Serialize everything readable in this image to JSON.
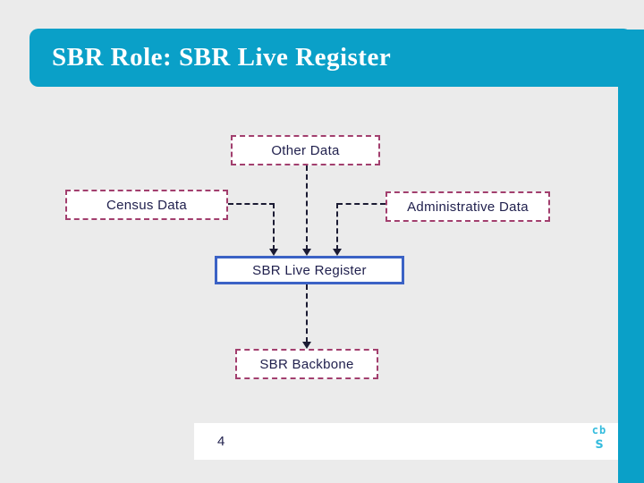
{
  "slide": {
    "title": "SBR Role: SBR Live Register",
    "page_number": "4"
  },
  "logo": {
    "line1": "cb",
    "line2": "s"
  },
  "diagram": {
    "nodes": [
      {
        "id": "other-data",
        "label": "Other Data",
        "border": "dashed"
      },
      {
        "id": "census-data",
        "label": "Census Data",
        "border": "dashed"
      },
      {
        "id": "administrative-data",
        "label": "Administrative Data",
        "border": "dashed"
      },
      {
        "id": "sbr-live-register",
        "label": "SBR Live Register",
        "border": "solid"
      },
      {
        "id": "sbr-backbone",
        "label": "SBR Backbone",
        "border": "dashed"
      }
    ],
    "edges": [
      {
        "from": "Other Data",
        "to": "SBR Live Register",
        "style": "dashed-arrow"
      },
      {
        "from": "Census Data",
        "to": "SBR Live Register",
        "style": "dashed-arrow"
      },
      {
        "from": "Administrative Data",
        "to": "SBR Live Register",
        "style": "dashed-arrow"
      },
      {
        "from": "SBR Live Register",
        "to": "SBR Backbone",
        "style": "dashed-arrow"
      }
    ]
  },
  "colors": {
    "accent_teal": "#0AA0C8",
    "logo_teal": "#35BCDE",
    "dashed_box_border": "#A23F6E",
    "solid_box_border": "#3B62C5",
    "connector": "#1B1B33",
    "text_navy": "#21214E",
    "background": "#EBEBEB",
    "footer_background": "#FFFFFF"
  }
}
